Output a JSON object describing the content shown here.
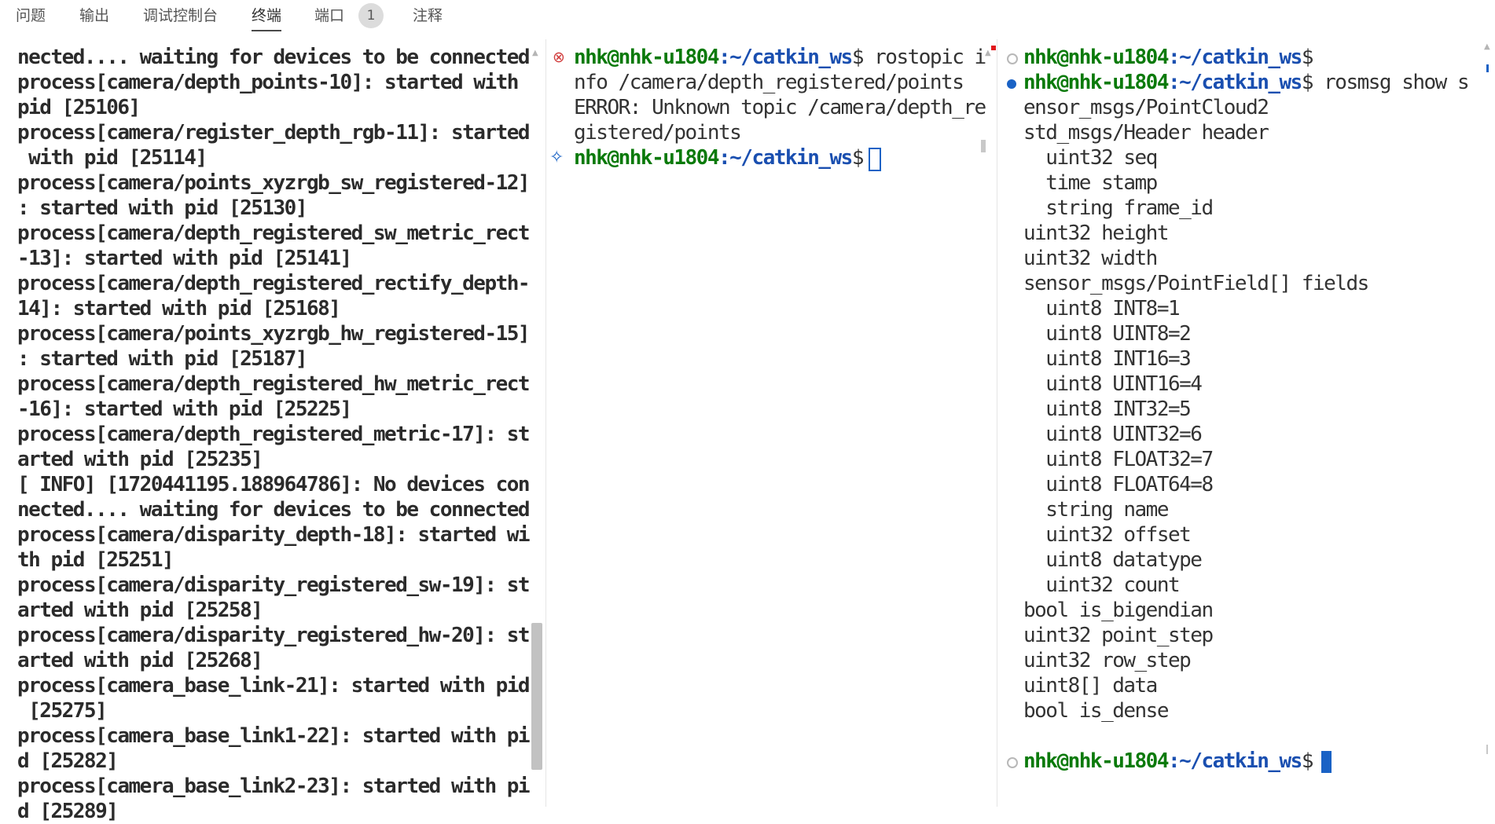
{
  "tabs": [
    {
      "label": "问题",
      "active": false
    },
    {
      "label": "输出",
      "active": false
    },
    {
      "label": "调试控制台",
      "active": false
    },
    {
      "label": "终端",
      "active": true
    },
    {
      "label": "端口",
      "active": false,
      "badge": "1"
    },
    {
      "label": "注释",
      "active": false
    }
  ],
  "terminal1": {
    "lines": [
      "nected.... waiting for devices to be connected",
      "process[camera/depth_points-10]: started with",
      "pid [25106]",
      "process[camera/register_depth_rgb-11]: started",
      " with pid [25114]",
      "process[camera/points_xyzrgb_sw_registered-12]",
      ": started with pid [25130]",
      "process[camera/depth_registered_sw_metric_rect",
      "-13]: started with pid [25141]",
      "process[camera/depth_registered_rectify_depth-",
      "14]: started with pid [25168]",
      "process[camera/points_xyzrgb_hw_registered-15]",
      ": started with pid [25187]",
      "process[camera/depth_registered_hw_metric_rect",
      "-16]: started with pid [25225]",
      "process[camera/depth_registered_metric-17]: st",
      "arted with pid [25235]",
      "[ INFO] [1720441195.188964786]: No devices con",
      "nected.... waiting for devices to be connected",
      "process[camera/disparity_depth-18]: started wi",
      "th pid [25251]",
      "process[camera/disparity_registered_sw-19]: st",
      "arted with pid [25258]",
      "process[camera/disparity_registered_hw-20]: st",
      "arted with pid [25268]",
      "process[camera_base_link-21]: started with pid",
      " [25275]",
      "process[camera_base_link1-22]: started with pi",
      "d [25282]",
      "process[camera_base_link2-23]: started with pi",
      "d [25289]"
    ]
  },
  "terminal2": {
    "prompt_user": "nhk@nhk-u1804",
    "prompt_path": ":~/catkin_ws",
    "prompt_symbol": "$",
    "command": " rostopic i",
    "output": [
      "nfo /camera/depth_registered/points",
      "ERROR: Unknown topic /camera/depth_re",
      "gistered/points"
    ]
  },
  "terminal3": {
    "prompt_user": "nhk@nhk-u1804",
    "prompt_path": ":~/catkin_ws",
    "prompt_symbol": "$",
    "command": " rosmsg show s",
    "output": [
      "ensor_msgs/PointCloud2",
      "std_msgs/Header header",
      "  uint32 seq",
      "  time stamp",
      "  string frame_id",
      "uint32 height",
      "uint32 width",
      "sensor_msgs/PointField[] fields",
      "  uint8 INT8=1",
      "  uint8 UINT8=2",
      "  uint8 INT16=3",
      "  uint8 UINT16=4",
      "  uint8 INT32=5",
      "  uint8 UINT32=6",
      "  uint8 FLOAT32=7",
      "  uint8 FLOAT64=8",
      "  string name",
      "  uint32 offset",
      "  uint8 datatype",
      "  uint32 count",
      "bool is_bigendian",
      "uint32 point_step",
      "uint32 row_step",
      "uint8[] data",
      "bool is_dense",
      ""
    ]
  },
  "icons": {
    "error": "error-circle-icon",
    "sparkle": "sparkle-icon",
    "status_idle": "circle-outline-icon",
    "status_active": "circle-filled-icon"
  },
  "colors": {
    "prompt_user": "#0b7a0b",
    "prompt_path": "#1a4fb0",
    "accent": "#1a62c5",
    "error": "#d13d3d"
  }
}
